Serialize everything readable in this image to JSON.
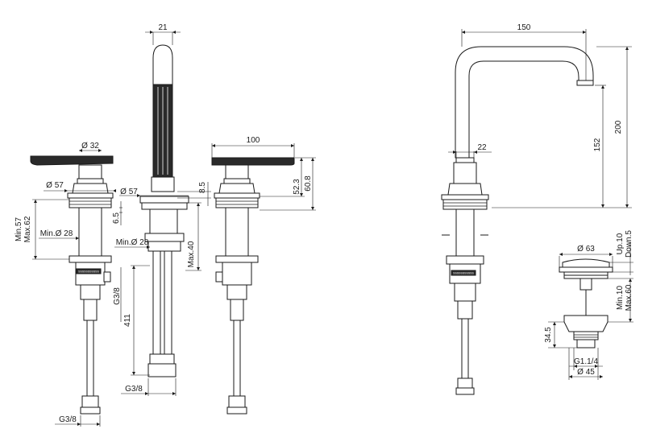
{
  "dimensions": {
    "spray_width": "21",
    "handle_dia": "Ø 32",
    "escutcheon_dia_left": "Ø 57",
    "escutcheon_dia_spray": "Ø 57",
    "min_dia_left": "Min.Ø 28",
    "min_dia_spray": "Min.Ø 28",
    "deck_thickness_range": "Min.57\nMax.62",
    "deck_min": "Min.57",
    "deck_max": "Max.62",
    "ring_height": "6.5",
    "spray_height": "8.5",
    "spray_max": "Max.40",
    "thread_g38_vertical": "G3/8",
    "hose_length": "411",
    "thread_g38_spray": "G3/8",
    "thread_g38_left": "G3/8",
    "handle_length": "100",
    "handle_h1": "52.3",
    "handle_h2": "60.8",
    "spout_reach": "150",
    "spout_height_total": "200",
    "spout_height_outlet": "152",
    "spout_dia": "22",
    "drain_dia_top": "Ø 63",
    "drain_up": "Up.10",
    "drain_down": "Down.5",
    "drain_min": "Min.10",
    "drain_max": "Max.60",
    "drain_body_height": "34.5",
    "drain_thread": "G1.1/4",
    "drain_dia_bottom": "Ø 45"
  },
  "labels": {
    "brand_mark": "SSSSSSSSSSS"
  },
  "colors": {
    "line": "#1a1a1a",
    "dark_fill": "#2a2a2a",
    "background": "#ffffff"
  }
}
